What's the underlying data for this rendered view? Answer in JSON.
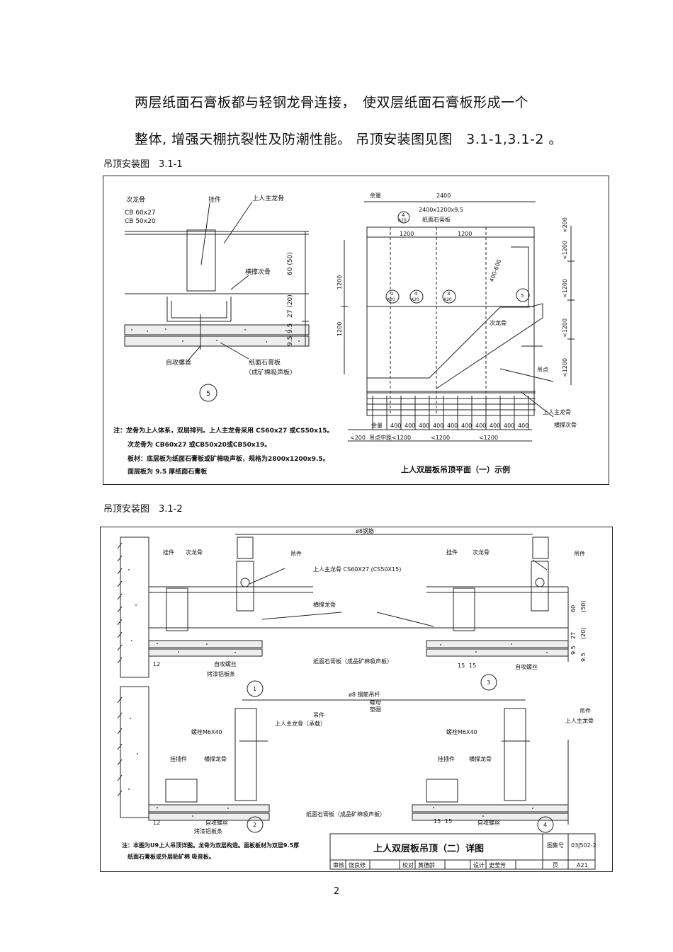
{
  "text": {
    "line1": "两层纸面石膏板都与轻钢龙骨连接，　使双层纸面石膏板形成一个",
    "line2": "整体, 增强天棚抗裂性及防潮性能。 吊顶安装图见图　3.1-1,3.1-2 。"
  },
  "fig1": {
    "caption": "吊顶安装图　3.1-1",
    "labels": {
      "ciLonggu": "次龙骨",
      "cb1": "CB 60x27",
      "cb2": "CB 50x20",
      "guajian": "挂件",
      "zhuLonggu": "上人主龙骨",
      "hengcheng": "横撑次骨",
      "zigong": "自攻螺丝",
      "zhimian": "纸面石膏板",
      "kuangmian": "（成矿棉吸声板）",
      "dim60": "60 (50)",
      "dim27": "27 (20)",
      "dim95a": "9.5",
      "dim95b": "9.5",
      "detailNo": "5"
    },
    "notes": [
      "注：龙骨为上人体系，双层排列。上人主龙骨采用 CS60x27 或CS50x15。",
      "次龙骨为 CB60x27 或CB50x20或CB50x19。",
      "板材：底层板为纸面石膏板或矿棉吸声板，规格为2800x1200x9.5。",
      "面层板为 9.5 厚纸面石膏板"
    ],
    "plan": {
      "yuliang": "余量",
      "top2400": "2400",
      "size": "2400x1200x9.5",
      "zhimian": "纸面石膏板",
      "d1200a": "1200",
      "d1200b": "1200",
      "left1200a": "1200",
      "left1200b": "1200",
      "right200": "<200",
      "right1200": [
        "<1200",
        "<1200",
        "<1200",
        "<1200"
      ],
      "ciLonggu": "次龙骨",
      "diaodian": "吊点",
      "zhuLonggu": "上人主龙骨",
      "hengcheng": "横撑次骨",
      "bottom400": [
        "400",
        "400",
        "400",
        "400",
        "400",
        "400",
        "400",
        "400",
        "400",
        "400"
      ],
      "b200": "<200",
      "bmid": "吊点中距<1200",
      "b1200a": "<1200",
      "b1200b": "<1200",
      "title": "上人双层板吊顶平面（一）示例",
      "bubbles": [
        {
          "n": "4",
          "s": "A20"
        },
        {
          "n": "1",
          "s": "A20"
        },
        {
          "n": "4",
          "s": "A20"
        },
        {
          "n": "3",
          "s": "A20"
        },
        {
          "n": "5",
          "s": ""
        }
      ],
      "slope": "400-600"
    }
  },
  "fig2": {
    "caption": "吊顶安装图　3.1-2",
    "labels": {
      "gangjin": "ø8钢筋",
      "guajian": "挂件",
      "ciLonggu": "次龙骨",
      "diaojian": "吊件",
      "zhuLonggu": "上人主龙骨 CS60X27 (CS50X15)",
      "hengcheng": "横撑龙骨",
      "zigong1": "自攻螺丝",
      "qiang": "烤漆铝板条",
      "zhimian": "纸面石膏板（成品矿棉吸声板）",
      "zigong2": "自攻螺丝",
      "guajianR": "挂件",
      "ciLongguR": "次龙骨",
      "diaojianR": "吊件",
      "d12": "12",
      "d15a": "15",
      "d15b": "15",
      "n1": "1",
      "n3": "3",
      "dims": [
        "60",
        "(50)",
        "27",
        "(20)",
        "9.5",
        "9.5"
      ]
    },
    "lower": {
      "diaogan": "ø8 钢筋吊杆",
      "luomu": "螺母",
      "dianquan": "垫圈",
      "diaojian": "吊件",
      "zhuCheng": "上人主龙骨（承载）",
      "luoshuan": "螺栓M6X40",
      "guachaJian": "挂插件",
      "hengcheng": "横撑龙骨",
      "zigong": "自攻螺丝",
      "lvban": "烤漆铝板条",
      "zhimian": "纸面石膏板（成品矿棉吸声板）",
      "zigongR": "自攻螺丝",
      "luoshuanR": "螺栓M6X40",
      "guachaR": "挂插件",
      "hengchengR": "横撑龙骨",
      "diaojianR": "吊件",
      "zhuR": "上人主龙骨",
      "d12": "12",
      "d15a": "15",
      "d15b": "15",
      "n2": "2",
      "n4": "4"
    },
    "note": [
      "注：本图为U9上人吊顶详图。龙骨为双层构造。面板板材为双层9.5厚",
      "纸面石膏板或外层贴矿棉 吸音板。"
    ],
    "titleBlock": {
      "title": "上人双层板吊顶（二）详图",
      "atlasLabel": "图集号",
      "atlasNo": "03J502-2",
      "row": [
        "审核",
        "饶良修",
        "校对",
        "黄德龄",
        "设计",
        "史莹芳",
        "页",
        "A21"
      ]
    }
  },
  "page": {
    "number": "2"
  }
}
